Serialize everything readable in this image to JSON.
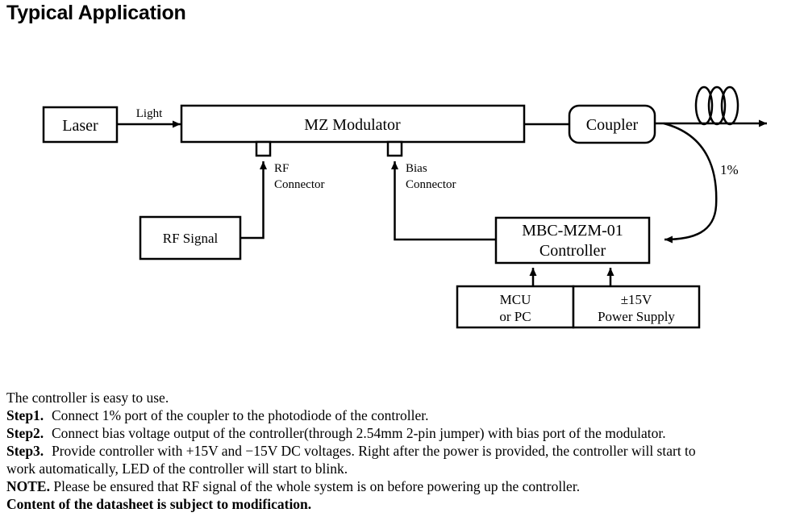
{
  "page": {
    "title": "Typical Application"
  },
  "diagram": {
    "blocks": {
      "laser": "Laser",
      "modulator": "MZ Modulator",
      "coupler": "Coupler",
      "rf_signal": "RF Signal",
      "controller_line1": "MBC-MZM-01",
      "controller_line2": "Controller",
      "mcu_line1": "MCU",
      "mcu_line2": "or PC",
      "psu_line1": "±15V",
      "psu_line2": "Power Supply"
    },
    "labels": {
      "light": "Light",
      "rf_connector_line1": "RF",
      "rf_connector_line2": "Connector",
      "bias_connector_line1": "Bias",
      "bias_connector_line2": "Connector",
      "tap": "1%"
    },
    "colors": {
      "stroke": "#000000",
      "fill": "#ffffff"
    }
  },
  "body": {
    "intro": "The controller is easy to use.",
    "steps": [
      {
        "label": "Step1.",
        "text": "Connect 1% port of the coupler to the photodiode of the controller."
      },
      {
        "label": "Step2.",
        "text": "Connect bias voltage output of the controller(through 2.54mm 2-pin jumper) with bias port of the modulator."
      },
      {
        "label": "Step3.",
        "text": "Provide controller with +15V and −15V DC voltages. Right after the power is provided, the controller will start to"
      }
    ],
    "step3_continuation": "work automatically, LED of the controller will start to blink.",
    "note": {
      "label": "NOTE.",
      "text": "Please be ensured that RF signal of the whole system is on before powering up the controller."
    },
    "disclaimer": "Content of the datasheet is subject to modification."
  }
}
